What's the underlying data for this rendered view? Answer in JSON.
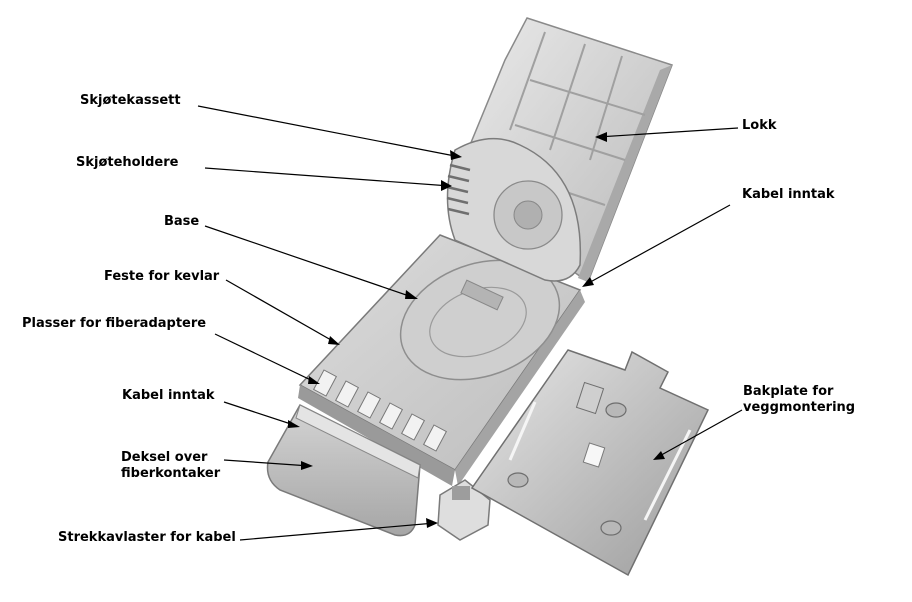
{
  "diagram": {
    "labels": {
      "skjotekassett": "Skjøtekassett",
      "skjoteholdere": "Skjøteholdere",
      "base": "Base",
      "feste": "Feste for kevlar",
      "plasser": "Plasser for fiberadaptere",
      "kabel_left": "Kabel inntak",
      "deksel_1": "Deksel over",
      "deksel_2": "fiberkontaker",
      "strekk": "Strekkavlaster for kabel",
      "lokk": "Lokk",
      "kabel_right": "Kabel inntak",
      "bakplate_1": "Bakplate for",
      "bakplate_2": "veggmontering"
    }
  }
}
